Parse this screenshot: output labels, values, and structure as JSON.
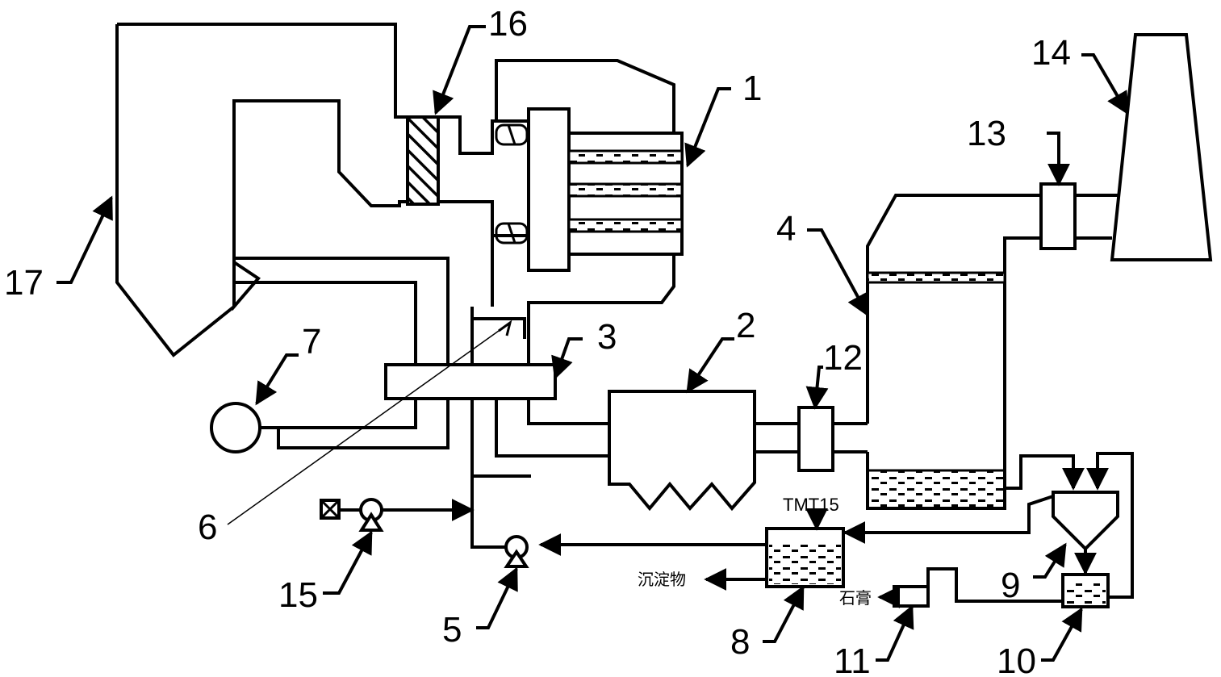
{
  "labels": {
    "n1": "1",
    "n2": "2",
    "n3": "3",
    "n4": "4",
    "n5": "5",
    "n6": "6",
    "n7": "7",
    "n8": "8",
    "n9": "9",
    "n10": "10",
    "n11": "11",
    "n12": "12",
    "n13": "13",
    "n14": "14",
    "n15": "15",
    "n16": "16",
    "n17": "17"
  },
  "annotations": {
    "tmt": "TMT15",
    "sediment": "沉淀物",
    "gypsum": "石膏"
  }
}
